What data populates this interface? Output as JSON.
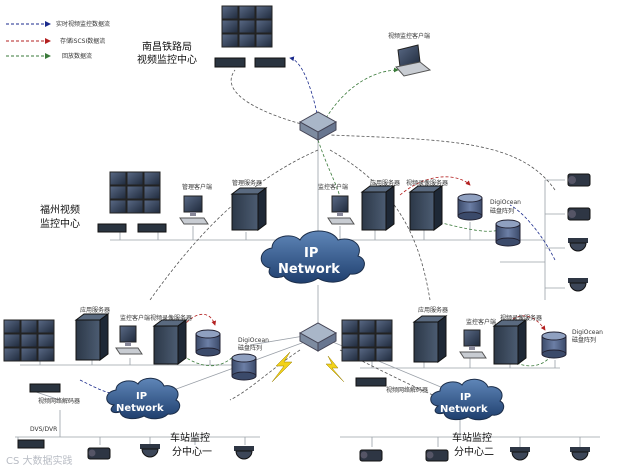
{
  "legend": [
    {
      "label": "实时视频监控数据流",
      "color": "#1a2a8c"
    },
    {
      "label": "存储iSCSI数据流",
      "color": "#b32020"
    },
    {
      "label": "回放数据流",
      "color": "#3a7a3a"
    }
  ],
  "nanchang": {
    "title_line1": "南昌铁路局",
    "title_line2": "视频监控中心",
    "client_label": "视频监控客户端"
  },
  "fuzhou": {
    "title_line1": "福州视频",
    "title_line2": "监控中心",
    "mgmt_client": "管理客户端",
    "mgmt_server": "管理服务器",
    "monitor_client": "监控客户端",
    "app_server": "应用服务器",
    "recording_server": "视频录像服务器",
    "storage_line1": "DigiOcean",
    "storage_line2": "磁盘阵列"
  },
  "core_network": {
    "line1": "IP",
    "line2": "Network"
  },
  "station1": {
    "title_line1": "车站监控",
    "title_line2": "分中心一",
    "app_server": "应用服务器",
    "monitor_client": "监控客户端",
    "recording_server": "视频录像服务器",
    "storage_line1": "DigiOcean",
    "storage_line2": "磁盘阵列",
    "decoder": "视频网络解码器",
    "dvs": "DVS/DVR",
    "network_line1": "IP",
    "network_line2": "Network"
  },
  "station2": {
    "title_line1": "车站监控",
    "title_line2": "分中心二",
    "app_server": "应用服务器",
    "monitor_client": "监控客户端",
    "recording_server": "视频录像服务器",
    "storage_line1": "DigiOcean",
    "storage_line2": "磁盘阵列",
    "decoder": "视频网络解码器",
    "network_line1": "IP",
    "network_line2": "Network"
  },
  "watermark": "CS 大数据实践"
}
